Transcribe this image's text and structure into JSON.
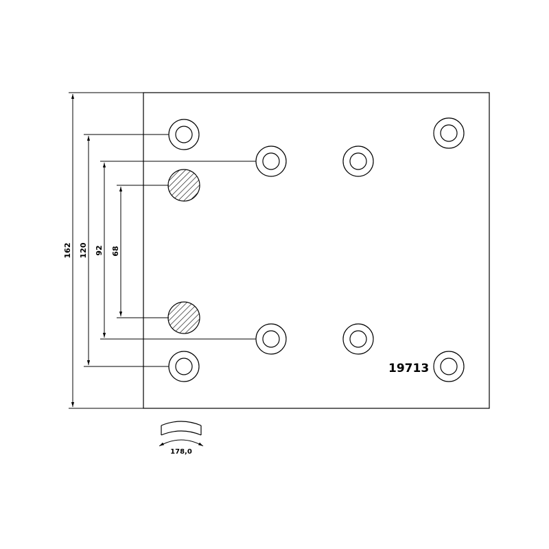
{
  "part_number": "19713",
  "radius_label": "178,0",
  "dimensions": {
    "total_height": "162",
    "outer_rivet_spacing": "120",
    "middle_rivet_spacing": "92",
    "inner_hole_spacing": "68"
  },
  "holes": {
    "open_rivet_holes": 8,
    "hatched_holes": 2
  }
}
